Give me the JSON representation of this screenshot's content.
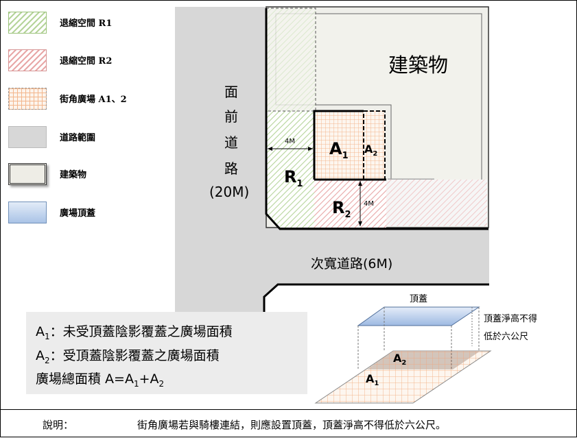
{
  "legend": [
    {
      "key": "r1",
      "label": "退縮空間 R1"
    },
    {
      "key": "r2",
      "label": "退縮空間 R2"
    },
    {
      "key": "plaza",
      "label": "街角廣場 A1、2"
    },
    {
      "key": "road",
      "label": "道路範圍"
    },
    {
      "key": "building",
      "label": "建築物"
    },
    {
      "key": "canopy",
      "label": "廣場頂蓋"
    }
  ],
  "plan": {
    "building_label": "建築物",
    "front_road_chars": [
      "面",
      "前",
      "道",
      "路"
    ],
    "front_road_width": "(20M)",
    "side_road_label": "次寬道路(6M)",
    "setback_4m_a": "4M",
    "setback_4m_b": "4M",
    "r1_label": "R",
    "r1_sub": "1",
    "r2_label": "R",
    "r2_sub": "2",
    "a1_label": "A",
    "a1_sub": "1",
    "a2_label": "A",
    "a2_sub": "2"
  },
  "formulas": [
    {
      "sym": "A",
      "sub": "1",
      "text": "：未受頂蓋陰影覆蓋之廣場面積"
    },
    {
      "sym": "A",
      "sub": "2",
      "text": "：受頂蓋陰影覆蓋之廣場面積"
    }
  ],
  "total_formula": {
    "prefix": "廣場總面積 A=A",
    "s1": "1",
    "mid": "+A",
    "s2": "2"
  },
  "canopy_3d": {
    "top_label": "頂蓋",
    "note_line1": "頂蓋淨高不得",
    "note_line2": "低於六公尺",
    "a1_label": "A",
    "a1_sub": "1",
    "a2_label": "A",
    "a2_sub": "2"
  },
  "footer": {
    "label": "說明：",
    "text": "街角廣場若與騎樓連結，則應設置頂蓋，頂蓋淨高不得低於六公尺。"
  }
}
